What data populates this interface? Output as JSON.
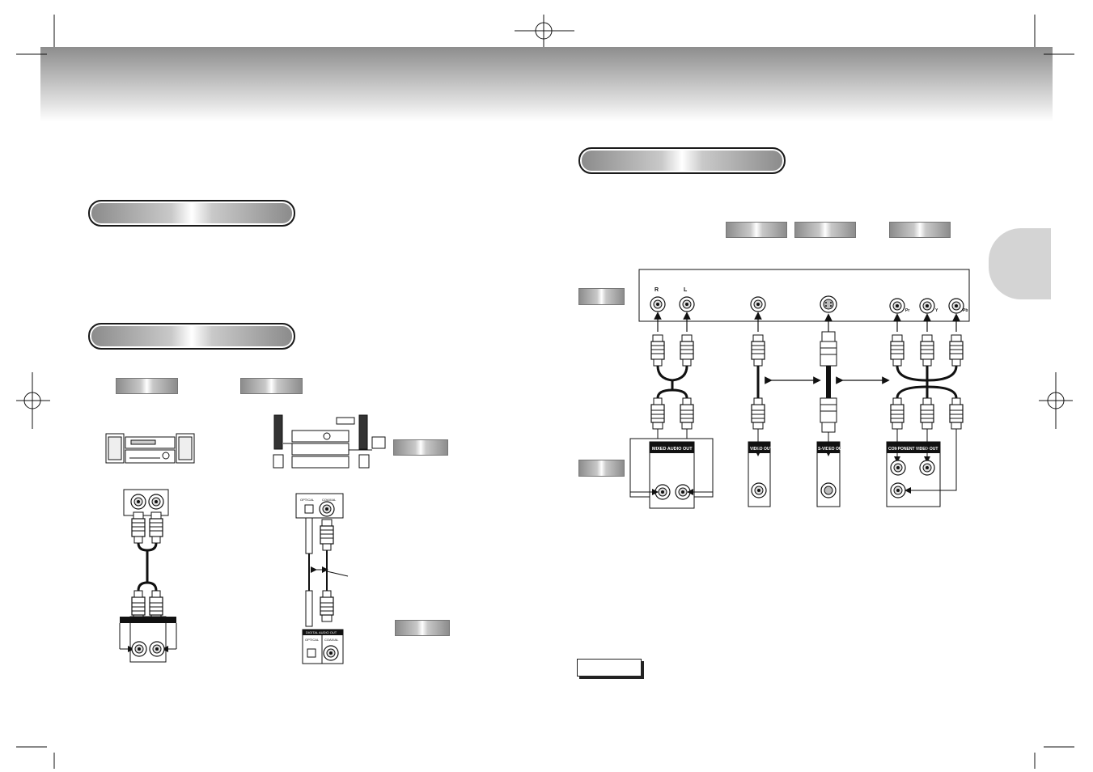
{
  "panel_labels": {
    "mixed_audio_out": "MIXED AUDIO OUT",
    "video_out": "VIDEO OUT",
    "s_video_out": "S-VIDEO OUT",
    "component_video_out": "COMPONENT VIDEO OUT",
    "digital_audio_out": "DIGITAL AUDIO OUT",
    "optical": "OPTICAL",
    "coaxial": "COAXIAL"
  },
  "tv_jack_labels": {
    "right": "R",
    "left": "L",
    "pr": "Pr",
    "y": "Y",
    "pb": "Pb"
  },
  "colors": {
    "header_top": "#8d8d8d",
    "header_bottom": "#ffffff",
    "tab_gray": "#d4d4d4",
    "line_black": "#111111"
  }
}
